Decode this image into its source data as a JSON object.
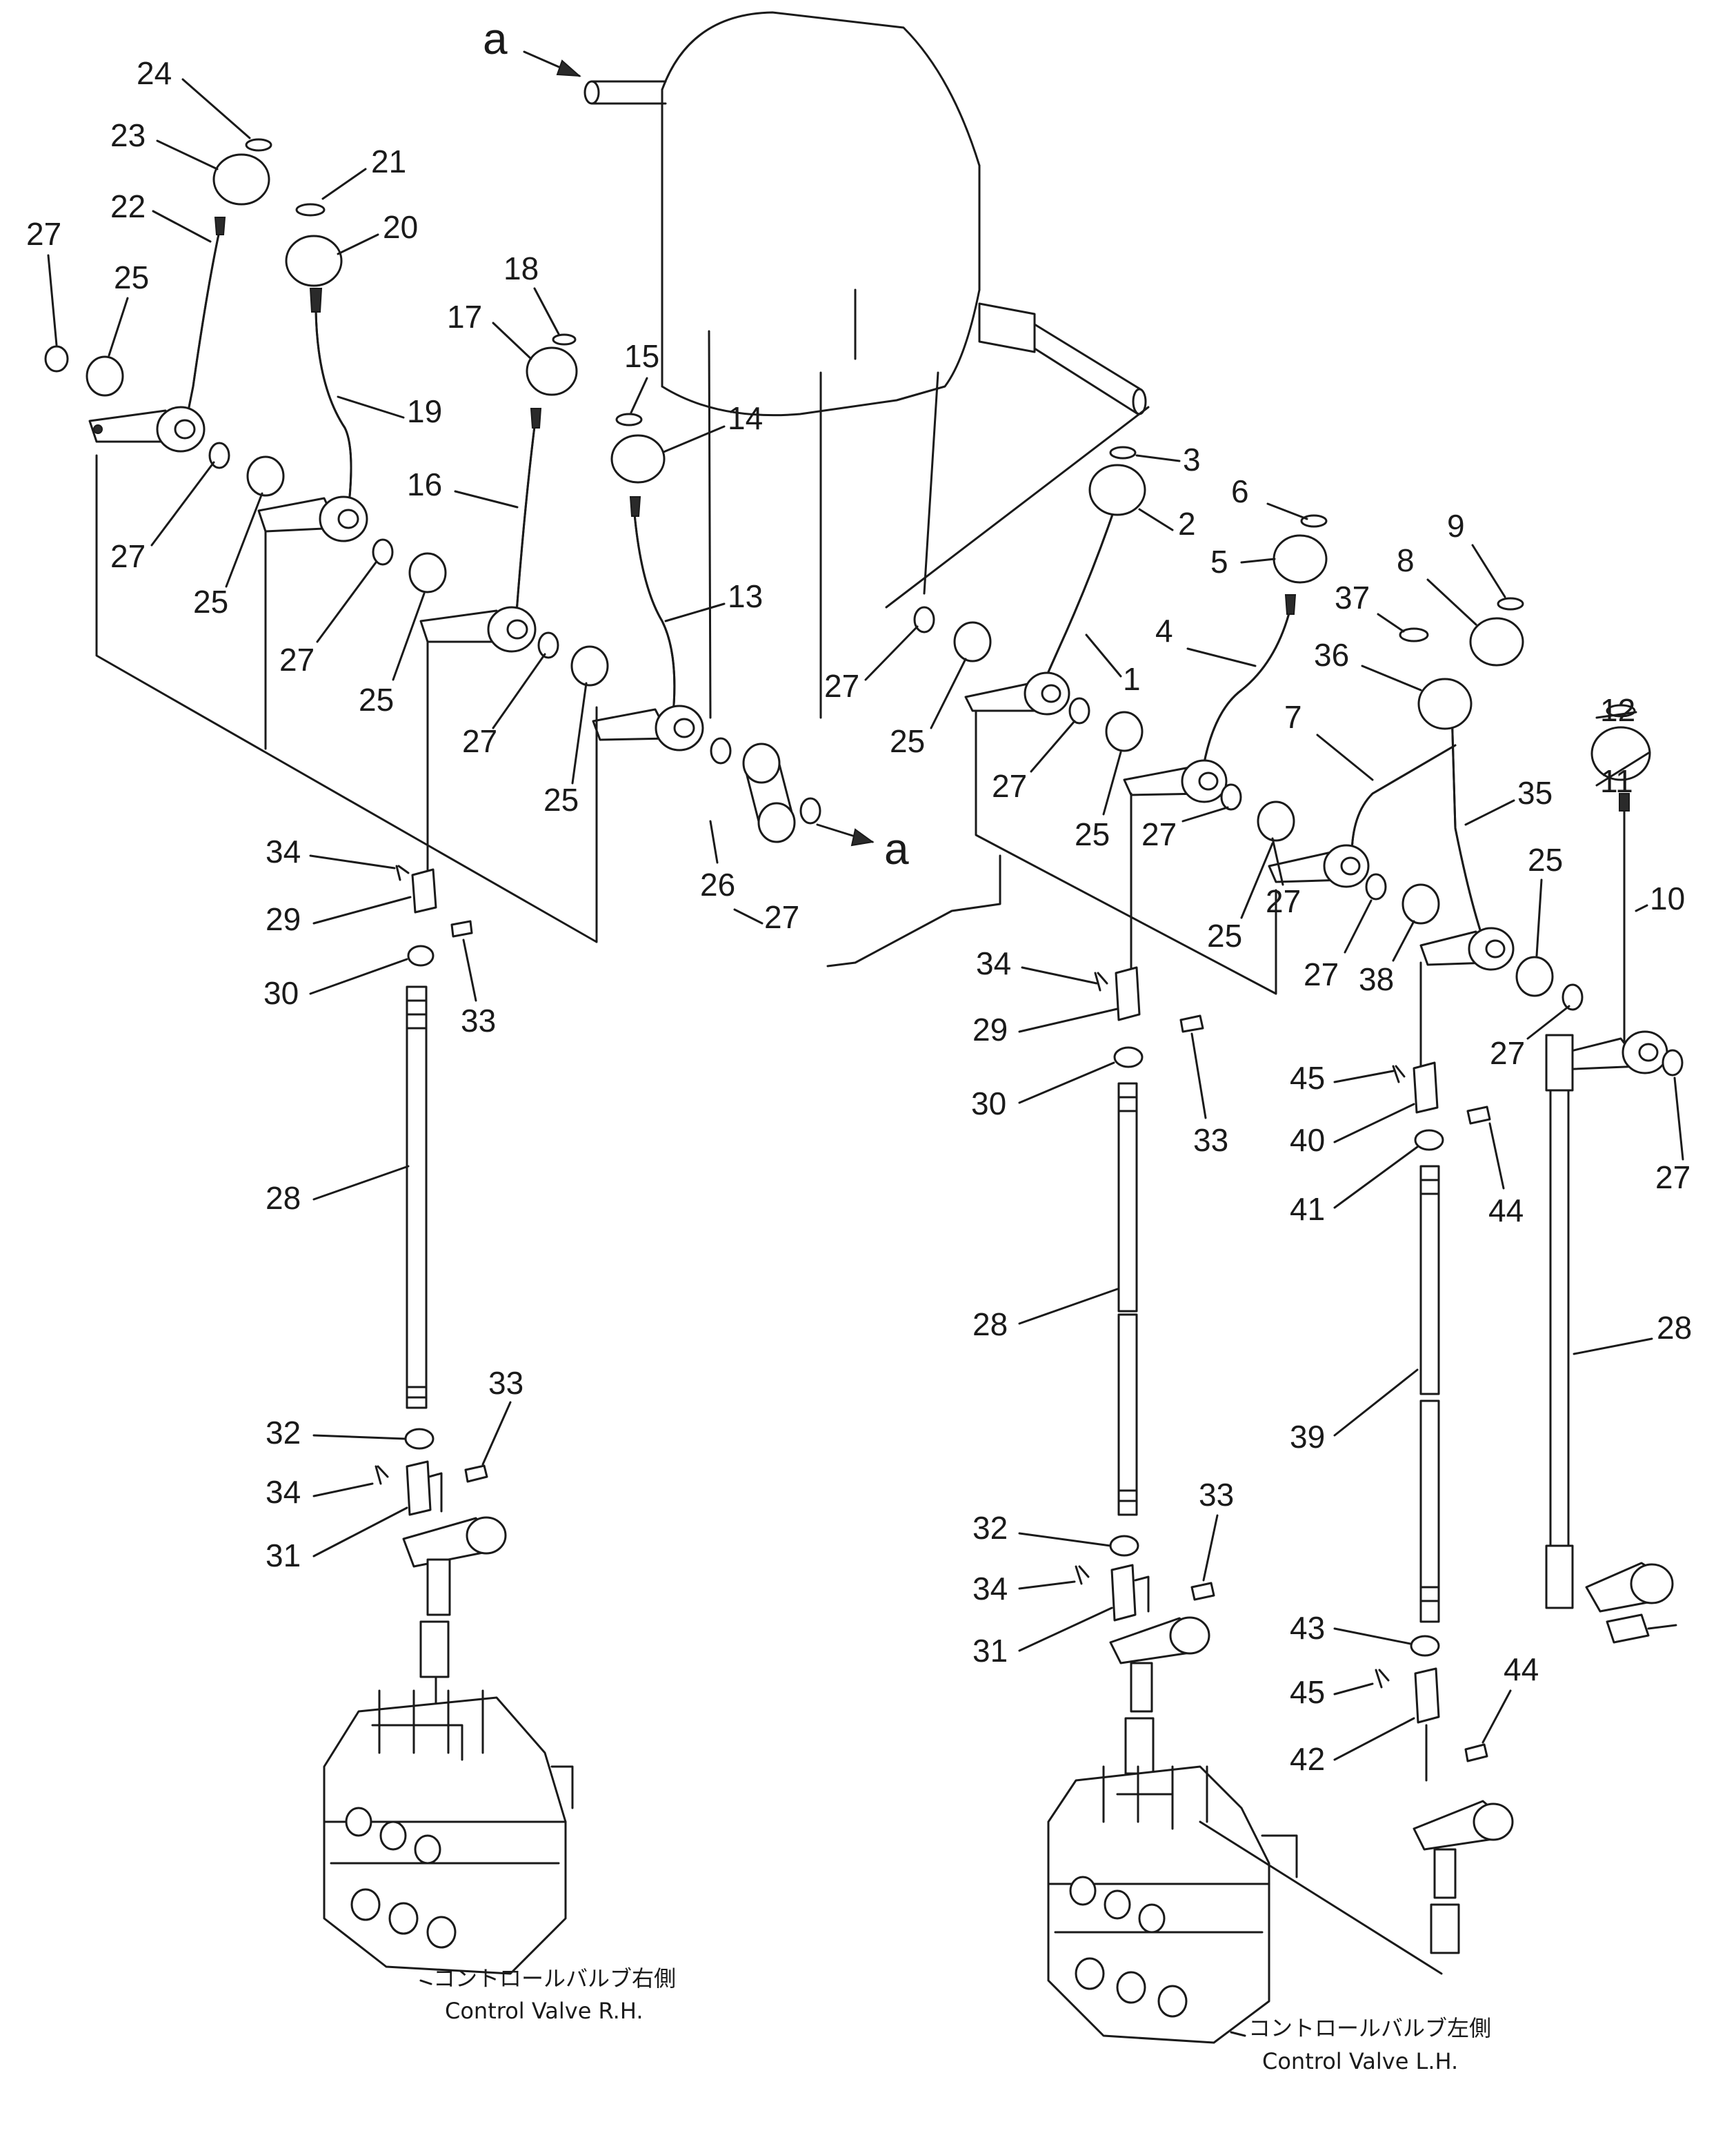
{
  "ref_marker": "a",
  "captions": {
    "rh_jp": "コントロールバルブ右側",
    "rh_en": "Control Valve R.H.",
    "lh_jp": "コントロールバルブ左側",
    "lh_en": "Control Valve L.H."
  },
  "callouts": [
    {
      "id": "c24",
      "label": "24"
    },
    {
      "id": "c23",
      "label": "23"
    },
    {
      "id": "c22",
      "label": "22"
    },
    {
      "id": "c21",
      "label": "21"
    },
    {
      "id": "c20",
      "label": "20"
    },
    {
      "id": "c27a",
      "label": "27"
    },
    {
      "id": "c25a",
      "label": "25"
    },
    {
      "id": "c18",
      "label": "18"
    },
    {
      "id": "c17",
      "label": "17"
    },
    {
      "id": "c15",
      "label": "15"
    },
    {
      "id": "c19",
      "label": "19"
    },
    {
      "id": "c14",
      "label": "14"
    },
    {
      "id": "c16",
      "label": "16"
    },
    {
      "id": "c3",
      "label": "3"
    },
    {
      "id": "c2",
      "label": "2"
    },
    {
      "id": "c6",
      "label": "6"
    },
    {
      "id": "c5",
      "label": "5"
    },
    {
      "id": "c9",
      "label": "9"
    },
    {
      "id": "c8",
      "label": "8"
    },
    {
      "id": "c37",
      "label": "37"
    },
    {
      "id": "c27b",
      "label": "27"
    },
    {
      "id": "c25b",
      "label": "25"
    },
    {
      "id": "c13",
      "label": "13"
    },
    {
      "id": "c4",
      "label": "4"
    },
    {
      "id": "c36",
      "label": "36"
    },
    {
      "id": "c27c",
      "label": "27"
    },
    {
      "id": "c25c",
      "label": "25"
    },
    {
      "id": "c1",
      "label": "1"
    },
    {
      "id": "c12",
      "label": "12"
    },
    {
      "id": "c27d",
      "label": "27"
    },
    {
      "id": "c7",
      "label": "7"
    },
    {
      "id": "c11",
      "label": "11"
    },
    {
      "id": "c27e",
      "label": "27"
    },
    {
      "id": "c25d",
      "label": "25"
    },
    {
      "id": "c35",
      "label": "35"
    },
    {
      "id": "c25e",
      "label": "25"
    },
    {
      "id": "c27f",
      "label": "27"
    },
    {
      "id": "c25f",
      "label": "25"
    },
    {
      "id": "c27g",
      "label": "27"
    },
    {
      "id": "c25g",
      "label": "25"
    },
    {
      "id": "c10",
      "label": "10"
    },
    {
      "id": "c34a",
      "label": "34"
    },
    {
      "id": "c26",
      "label": "26"
    },
    {
      "id": "c27h",
      "label": "27"
    },
    {
      "id": "c29a",
      "label": "29"
    },
    {
      "id": "c27i",
      "label": "27"
    },
    {
      "id": "c25h",
      "label": "25"
    },
    {
      "id": "c30a",
      "label": "30"
    },
    {
      "id": "c33a",
      "label": "33"
    },
    {
      "id": "c34b",
      "label": "34"
    },
    {
      "id": "c38",
      "label": "38"
    },
    {
      "id": "c27j",
      "label": "27"
    },
    {
      "id": "c29b",
      "label": "29"
    },
    {
      "id": "c45a",
      "label": "45"
    },
    {
      "id": "c27k",
      "label": "27"
    },
    {
      "id": "c30b",
      "label": "30"
    },
    {
      "id": "c33b",
      "label": "33"
    },
    {
      "id": "c40",
      "label": "40"
    },
    {
      "id": "c44a",
      "label": "44"
    },
    {
      "id": "c27l",
      "label": "27"
    },
    {
      "id": "c28a",
      "label": "28"
    },
    {
      "id": "c41",
      "label": "41"
    },
    {
      "id": "c28b",
      "label": "28"
    },
    {
      "id": "c28c",
      "label": "28"
    },
    {
      "id": "c33c",
      "label": "33"
    },
    {
      "id": "c39",
      "label": "39"
    },
    {
      "id": "c32a",
      "label": "32"
    },
    {
      "id": "c34c",
      "label": "34"
    },
    {
      "id": "c31a",
      "label": "31"
    },
    {
      "id": "c33d",
      "label": "33"
    },
    {
      "id": "c32b",
      "label": "32"
    },
    {
      "id": "c34d",
      "label": "34"
    },
    {
      "id": "c31b",
      "label": "31"
    },
    {
      "id": "c43",
      "label": "43"
    },
    {
      "id": "c44b",
      "label": "44"
    },
    {
      "id": "c45b",
      "label": "45"
    },
    {
      "id": "c42",
      "label": "42"
    }
  ]
}
